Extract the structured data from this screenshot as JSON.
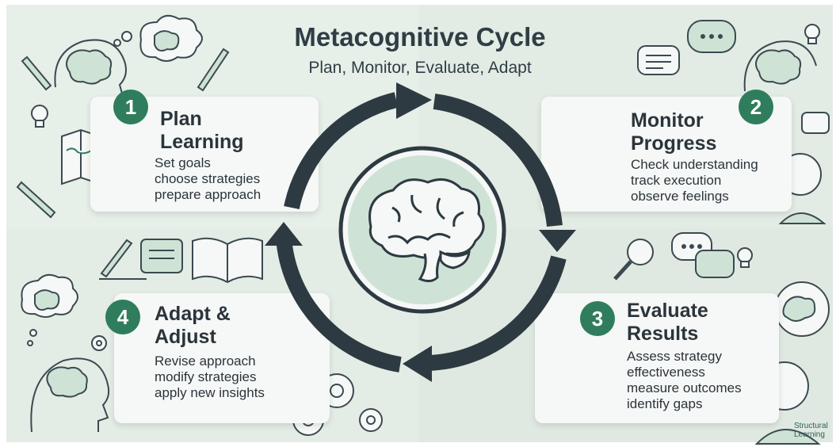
{
  "header": {
    "title": "Metacognitive Cycle",
    "subtitle": "Plan, Monitor, Evaluate, Adapt"
  },
  "stages": [
    {
      "number": "1",
      "title_line1": "Plan",
      "title_line2": "Learning",
      "desc": [
        "Set goals",
        "choose strategies",
        "prepare approach"
      ]
    },
    {
      "number": "2",
      "title_line1": "Monitor",
      "title_line2": "Progress",
      "desc": [
        "Check understanding",
        "track execution",
        "observe feelings"
      ]
    },
    {
      "number": "3",
      "title_line1": "Evaluate",
      "title_line2": "Results",
      "desc": [
        "Assess strategy",
        "effectiveness",
        "measure outcomes",
        "identify gaps"
      ]
    },
    {
      "number": "4",
      "title_line1": "Adapt &",
      "title_line2": "Adjust",
      "desc": [
        "Revise approach",
        "modify strategies",
        "apply new insights"
      ]
    }
  ],
  "logo": {
    "line1": "Structural",
    "line2": "Learning"
  },
  "colors": {
    "accent": "#2f7d5c",
    "arrow": "#2e3a42",
    "text": "#2b343b"
  }
}
